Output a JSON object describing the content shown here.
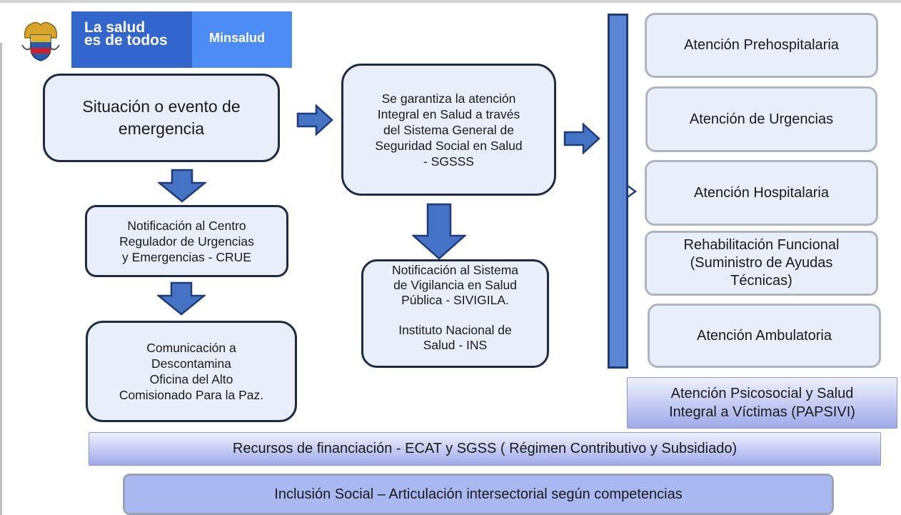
{
  "header": {
    "slogan_line1": "La salud",
    "slogan_line2": "es de todos",
    "ministry": "Minsalud"
  },
  "flow": {
    "emergency": "Situación o evento de\nemergencia",
    "crue": "Notificación al Centro\nRegulador de Urgencias\ny Emergencias - CRUE",
    "comunicacion": "Comunicación a\nDescontamina\nOficina del Alto\nComisionado Para la Paz.",
    "sgsss": "Se garantiza la atención\nIntegral en Salud  a través\ndel Sistema General de\nSeguridad Social en Salud\n- SGSSS",
    "sivigila": "Notificación al Sistema\nde Vigilancia en Salud\nPública - SIVIGILA.\n\nInstituto Nacional de\nSalud - INS"
  },
  "services": [
    "Atención Prehospitalaria",
    "Atención de Urgencias",
    "Atención Hospitalaria",
    "Rehabilitación Funcional\n(Suministro de Ayudas\nTécnicas)",
    "Atención Ambulatoria"
  ],
  "papsivi": "Atención Psicosocial  y Salud\nIntegral a Víctimas  (PAPSIVI)",
  "financiacion": "Recursos de financiación -  ECAT  y SGSS ( Régimen Contributivo y Subsidiado)",
  "inclusion": "Inclusión Social – Articulación  intersectorial  según competencias",
  "colors": {
    "box_fill": "#e8eefa",
    "arrow_fill": "#4472c4",
    "slogan_bg": "#3366cc",
    "ministry_bg": "#4d8bf5"
  }
}
